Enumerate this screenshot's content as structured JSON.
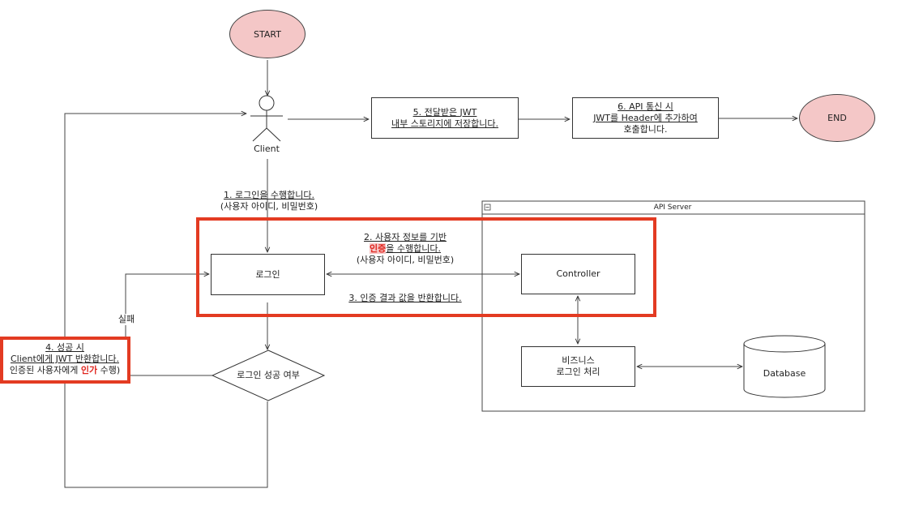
{
  "start": "START",
  "end": "END",
  "actor": "Client",
  "step1": {
    "line1": "1. 로그인을 수행합니다.",
    "line2": "(사용자 아이디, 비밀번호)"
  },
  "step5": {
    "line1": "5. 전달받은 JWT",
    "line2": "내부 스토리지에 저장합니다."
  },
  "step6": {
    "line1": "6. API 통신 시",
    "line2a": "JWT를 Header에 추가하여",
    "line3": "호출합니다."
  },
  "login": "로그인",
  "step2": {
    "line1": "2. 사용자 정보를 기반",
    "auth": "인증",
    "line2rest": "을 수행합니다.",
    "line3": "(사용자 아이디, 비밀번호)"
  },
  "step3": "3. 인증 결과 값을 반환합니다.",
  "fail": "실패",
  "step4": {
    "line1": "4. 성공 시",
    "line2": "Client에게 JWT 반환합니다.",
    "line3a": "인증된 사용자에게 ",
    "authz": "인가",
    "line3b": " 수행)"
  },
  "decision": "로그인 성공 여부",
  "api_server": {
    "title": "API Server",
    "controller": "Controller",
    "business_line1": "비즈니스",
    "business_line2": "로그인 처리",
    "database": "Database"
  },
  "colors": {
    "terminal_fill": "#f4c7c7",
    "highlight_frame": "#e33b22",
    "emphasis_text": "#e0261f"
  }
}
